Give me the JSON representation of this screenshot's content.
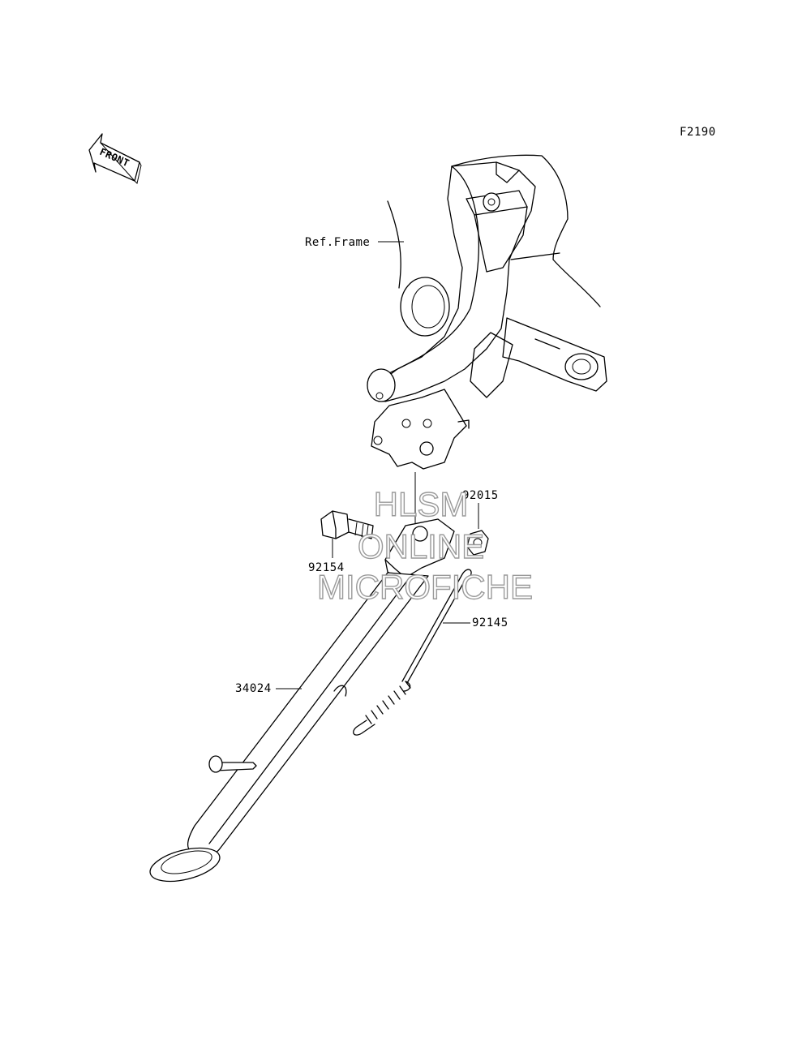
{
  "diagram": {
    "code": "F2190",
    "front_label": "FRONT",
    "ref_label": "Ref.Frame",
    "parts": {
      "nut": "92015",
      "bolt": "92154",
      "spring": "92145",
      "stand": "34024"
    },
    "watermark": {
      "line1": "HLSM",
      "line2": "ONLINE",
      "line3": "MICROFICHE"
    }
  }
}
